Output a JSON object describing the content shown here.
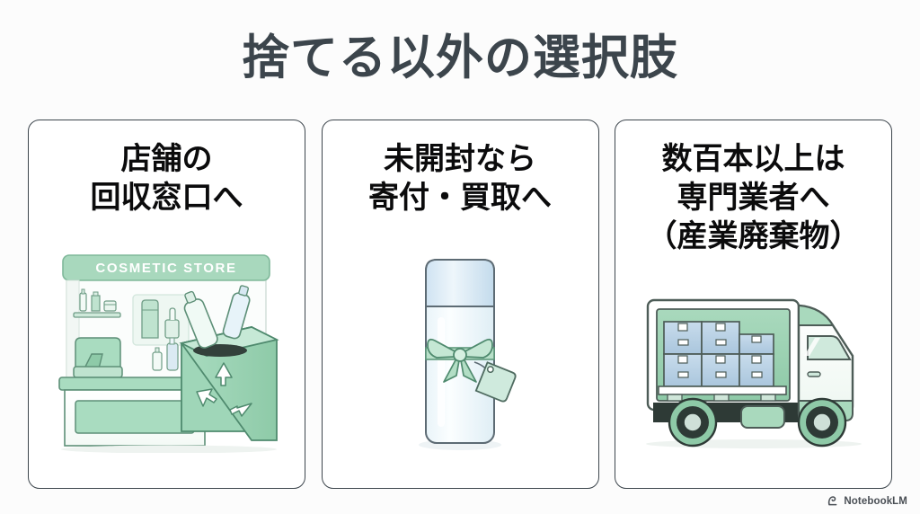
{
  "slide": {
    "title": "捨てる以外の選択肢",
    "title_color": "#3c454c",
    "background_color": "#fcfcfc"
  },
  "cards": [
    {
      "title": "店舗の\n回収窓口へ",
      "illustration_name": "cosmetic-store-recycling-illustration",
      "store_sign_text": "COSMETIC STORE"
    },
    {
      "title": "未開封なら\n寄付・買取へ",
      "illustration_name": "gift-wrapped-bottle-illustration"
    },
    {
      "title": "数百本以上は\n専門業者へ\n（産業廃棄物）",
      "illustration_name": "delivery-truck-illustration"
    }
  ],
  "footer": {
    "watermark_label": "NotebookLM",
    "watermark_icon": "notebooklm-icon"
  },
  "palette": {
    "mint": "#a8d8bd",
    "mint_light": "#cfe9da",
    "mint_dark": "#7cb894",
    "outline": "#5d6b6f",
    "box_blue": "#b9cfe3",
    "glass_blue": "#dce9f2",
    "card_border": "#3d464d",
    "text_black": "#0b0b0c"
  }
}
